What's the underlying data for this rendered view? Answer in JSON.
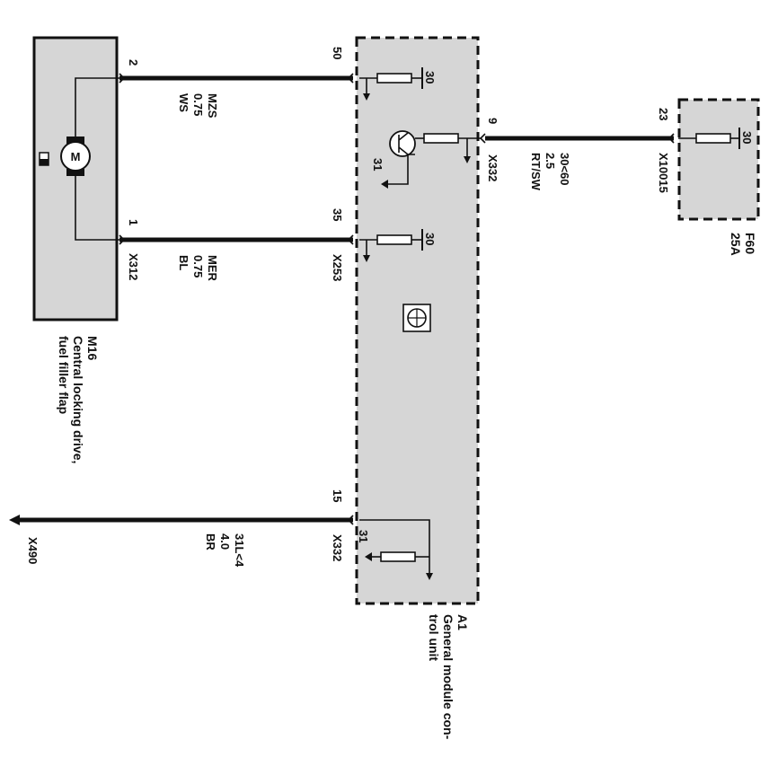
{
  "components": {
    "m16": {
      "id": "M16",
      "name_line1": "Central locking drive,",
      "name_line2": "fuel filler flap",
      "motor_symbol": "M"
    },
    "a1": {
      "id": "A1",
      "name_line1": "General module con-",
      "name_line2": "trol unit"
    },
    "f60": {
      "id": "F60",
      "rating": "25A"
    }
  },
  "pins": {
    "m16_pin2": "2",
    "m16_pin1": "1",
    "a1_pin50": "50",
    "a1_pin35": "35",
    "a1_pin9": "9",
    "a1_pin15": "15",
    "f60_pin23": "23"
  },
  "connectors": {
    "x312": "X312",
    "x253": "X253",
    "x332_top": "X332",
    "x332_bottom": "X332",
    "x10015": "X10015",
    "x490": "X490"
  },
  "wires": {
    "w1": {
      "code": "MZS",
      "size": "0.75",
      "color": "WS"
    },
    "w2": {
      "code": "MER",
      "size": "0.75",
      "color": "BL"
    },
    "w3": {
      "code": "30<60",
      "size": "2.5",
      "color": "RT/SW"
    },
    "w4": {
      "code": "31L<4",
      "size": "4.0",
      "color": "BR"
    }
  },
  "terminals": {
    "t30_a": "30",
    "t31_transistor": "31",
    "t30_b": "30",
    "t30_fuse": "30",
    "t31_ground": "31"
  }
}
